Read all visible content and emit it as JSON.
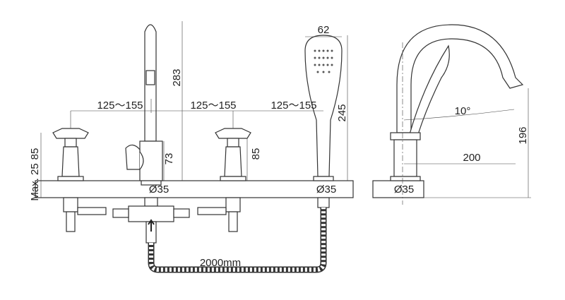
{
  "dimensions": {
    "handshower_width": "62",
    "spout_height": "283",
    "handshower_height": "245",
    "spacing_1": "125～155",
    "spacing_2": "125～155",
    "spacing_3": "125～155",
    "left_valve_height": "85",
    "max_deck": "Max. 25",
    "diverter_height": "73",
    "right_valve_height": "85",
    "hole_1": "Ø35",
    "hole_2": "Ø35",
    "hole_3": "Ø35",
    "hose_length": "2000mm",
    "angle": "10°",
    "reach": "200",
    "side_height": "196"
  },
  "colors": {
    "line": "#333333",
    "background": "#ffffff"
  }
}
